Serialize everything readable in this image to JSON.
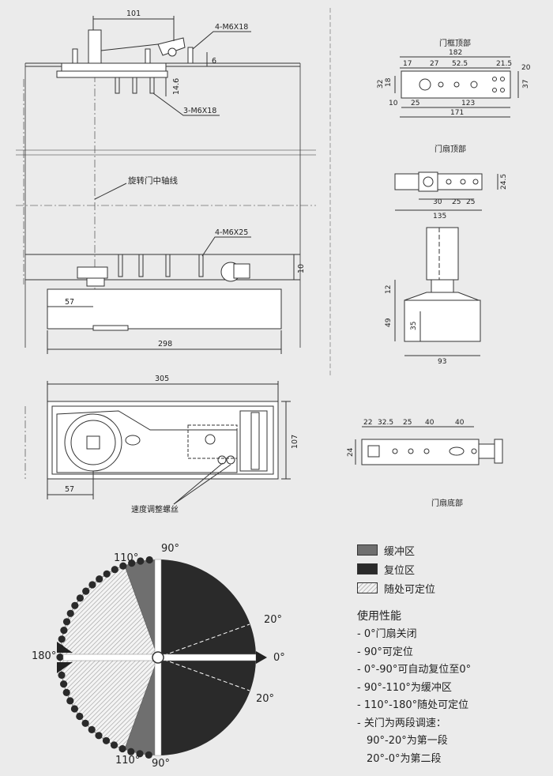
{
  "drawing": {
    "dims": {
      "d101": "101",
      "d4m6x18": "4-M6X18",
      "d6": "6",
      "d14_6": "14.6",
      "d3m6x18": "3-M6X18",
      "axis_label": "旋转门中轴线",
      "d4m6x25": "4-M6X25",
      "d10": "10",
      "d57a": "57",
      "d298": "298",
      "d305": "305",
      "d107": "107",
      "d57b": "57",
      "speed_screw": "速度调整螺丝"
    },
    "frame_top": {
      "title": "门框顶部",
      "d182": "182",
      "d17": "17",
      "d27": "27",
      "d52_5": "52.5",
      "d21_5": "21.5",
      "d20": "20",
      "d32": "32",
      "d18": "18",
      "d37": "37",
      "d10": "10",
      "d25": "25",
      "d123": "123",
      "d171": "171"
    },
    "leaf_top": {
      "title": "门扇顶部",
      "d24_5": "24.5",
      "d30": "30",
      "d25a": "25",
      "d25b": "25",
      "d135": "135"
    },
    "section": {
      "d12": "12",
      "d49": "49",
      "d35": "35",
      "d93": "93"
    },
    "leaf_bottom": {
      "title": "门扇底部",
      "d22": "22",
      "d32_5": "32.5",
      "d25": "25",
      "d40a": "40",
      "d40b": "40",
      "d24": "24"
    },
    "angles": {
      "a110_top": "110°",
      "a90_top": "90°",
      "a20_top": "20°",
      "a180": "180°",
      "a0": "0°",
      "a20_bottom": "20°",
      "a110_bottom": "110°",
      "a90_bottom": "90°"
    }
  },
  "legend": {
    "buffer": "缓冲区",
    "reset": "复位区",
    "random": "随处可定位"
  },
  "usage": {
    "title": "使用性能",
    "items": [
      "- 0°门扇关闭",
      "- 90°可定位",
      "- 0°-90°可自动复位至0°",
      "- 90°-110°为缓冲区",
      "- 110°-180°随处可定位",
      "- 关门为两段调速：",
      "90°-20°为第一段",
      "20°-0°为第二段"
    ]
  },
  "colors": {
    "background": "#ebebeb",
    "buffer": "#6f6f6f",
    "reset": "#2a2a2a"
  }
}
